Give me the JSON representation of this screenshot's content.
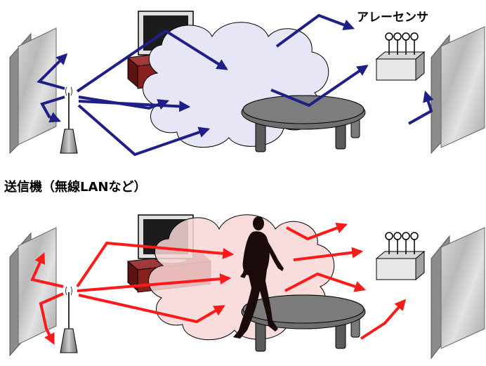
{
  "labels": {
    "array_sensor": "アレーセンサ",
    "transmitter": "送信機（無線LANなど）"
  },
  "colors": {
    "empty_room_paths": "#1f1f8a",
    "person_present_paths": "#ff1a1a",
    "cloud_top_fill": "#e6e6f7",
    "cloud_bottom_fill": "#f8d6d6",
    "tv_stand": "#8a1f1f",
    "table": "#6f6f6f"
  },
  "icons": {
    "wall": "stone-wall",
    "transmitter": "wireless-access-point-icon",
    "receiver": "array-antenna-icon",
    "person": "walking-person-silhouette"
  }
}
